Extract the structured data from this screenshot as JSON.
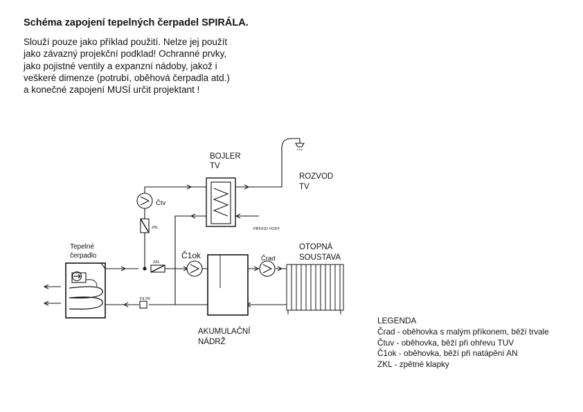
{
  "header": {
    "title": "Schéma zapojení tepelných čerpadel SPIRÁLA."
  },
  "disclaimer": {
    "lines": [
      "Slouží pouze jako příklad použití. Nelze jej použít",
      "jako závazný projekční podklad! Ochranné prvky,",
      "jako pojistné ventily a expanzní nádoby, jakož i",
      "veškeré dimenze (potrubí, oběhová čerpadla atd.)",
      "a konečné zapojení MUSÍ určit projektant !"
    ]
  },
  "diagram": {
    "boiler": [
      "BOJLER",
      "TV"
    ],
    "distribution": [
      "ROZVOD",
      "TV"
    ],
    "heat_pump": [
      "Tepelné",
      "čerpadlo"
    ],
    "radiator": [
      "OTOPNÁ",
      "SOUSTAVA"
    ],
    "tank": [
      "AKUMULAČNÍ",
      "NÁDRŽ"
    ],
    "water_inlet": "PŘÍVOD VODY",
    "pump_ctv": "Čtv",
    "pump_c1ok": "Č1ok",
    "pump_crad": "Črad",
    "zkl_vertical": "ZKL",
    "zkl_horizontal": "ZKL",
    "filter": "FILTR"
  },
  "legend": {
    "title": "LEGENDA",
    "items": [
      "Črad - oběhovka s malým příkonem, běží trvale",
      "Čtuv - oběhovka, běží při ohřevu TUV",
      "Č1ok - oběhovka, běží při natápění AN",
      "ZKL - zpětné klapky"
    ]
  }
}
